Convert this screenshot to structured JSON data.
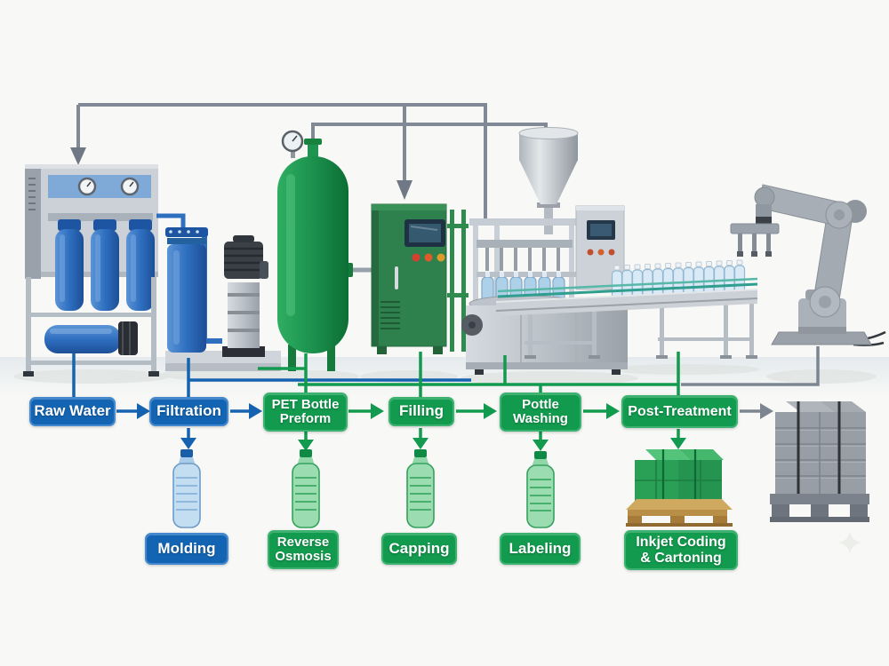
{
  "colors": {
    "blue": "#1365b3",
    "blue_border": "#4489cf",
    "green": "#129a4e",
    "green_border": "#3cb271",
    "arrow_blue": "#1563b0",
    "arrow_green": "#129a4e",
    "arrow_gray": "#7c8591"
  },
  "flow_top": [
    {
      "id": "raw-water",
      "line1": "Raw Water",
      "color": "blue"
    },
    {
      "id": "filtration",
      "line1": "Filtration",
      "color": "blue"
    },
    {
      "id": "pet-bottle-preform",
      "line1": "PET Bottle",
      "line2": "Preform",
      "color": "green"
    },
    {
      "id": "filling",
      "line1": "Filling",
      "color": "green"
    },
    {
      "id": "bottle-washing",
      "line1": "Pottle",
      "line2": "Washing",
      "color": "green"
    },
    {
      "id": "post-treatment",
      "line1": "Post-Treatment",
      "color": "green"
    }
  ],
  "flow_bottom": [
    {
      "id": "molding",
      "line1": "Molding",
      "color": "blue"
    },
    {
      "id": "reverse-osmosis",
      "line1": "Reverse",
      "line2": "Osmosis",
      "color": "green"
    },
    {
      "id": "capping",
      "line1": "Capping",
      "color": "green"
    },
    {
      "id": "labeling",
      "line1": "Labeling",
      "color": "green"
    },
    {
      "id": "inkjet-coding-cartoning",
      "line1": "Inkjet Coding",
      "line2": "& Cartoning",
      "color": "green"
    }
  ]
}
